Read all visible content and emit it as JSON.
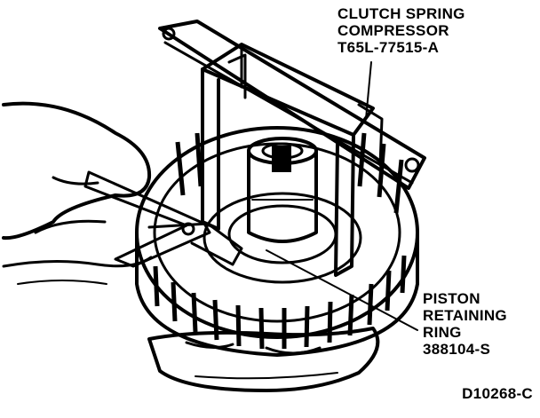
{
  "labels": {
    "compressor": {
      "line1": "CLUTCH SPRING",
      "line2": "COMPRESSOR",
      "line3": "T65L-77515-A"
    },
    "ring": {
      "line1": "PISTON",
      "line2": "RETAINING",
      "line3": "RING",
      "line4": "388104-S"
    },
    "figure_id": "D10268-C"
  },
  "colors": {
    "ink": "#000000",
    "paper": "#ffffff"
  }
}
